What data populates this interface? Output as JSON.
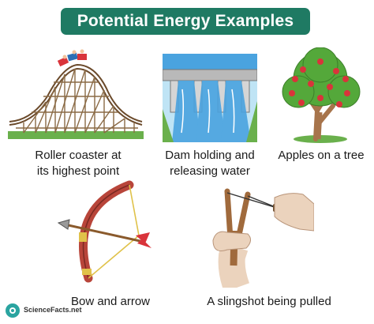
{
  "title": "Potential Energy Examples",
  "examples": [
    {
      "caption_line1": "Roller coaster at",
      "caption_line2": "its highest point",
      "icon": "roller-coaster-icon"
    },
    {
      "caption_line1": "Dam holding and",
      "caption_line2": "releasing water",
      "icon": "dam-icon"
    },
    {
      "caption_line1": "Apples on a tree",
      "caption_line2": "",
      "icon": "apple-tree-icon"
    },
    {
      "caption_line1": "Bow and arrow",
      "caption_line2": "",
      "icon": "bow-arrow-icon"
    },
    {
      "caption_line1": "A slingshot being pulled",
      "caption_line2": "",
      "icon": "slingshot-icon"
    }
  ],
  "logo": {
    "text": "ScienceFacts.net",
    "icon": "sciencefacts-logo-icon"
  },
  "colors": {
    "title_bg": "#1f7a63",
    "title_text": "#ffffff",
    "water": "#4aa3df",
    "grass": "#6ab04c",
    "apple": "#d9343b",
    "bow": "#b8453a"
  }
}
